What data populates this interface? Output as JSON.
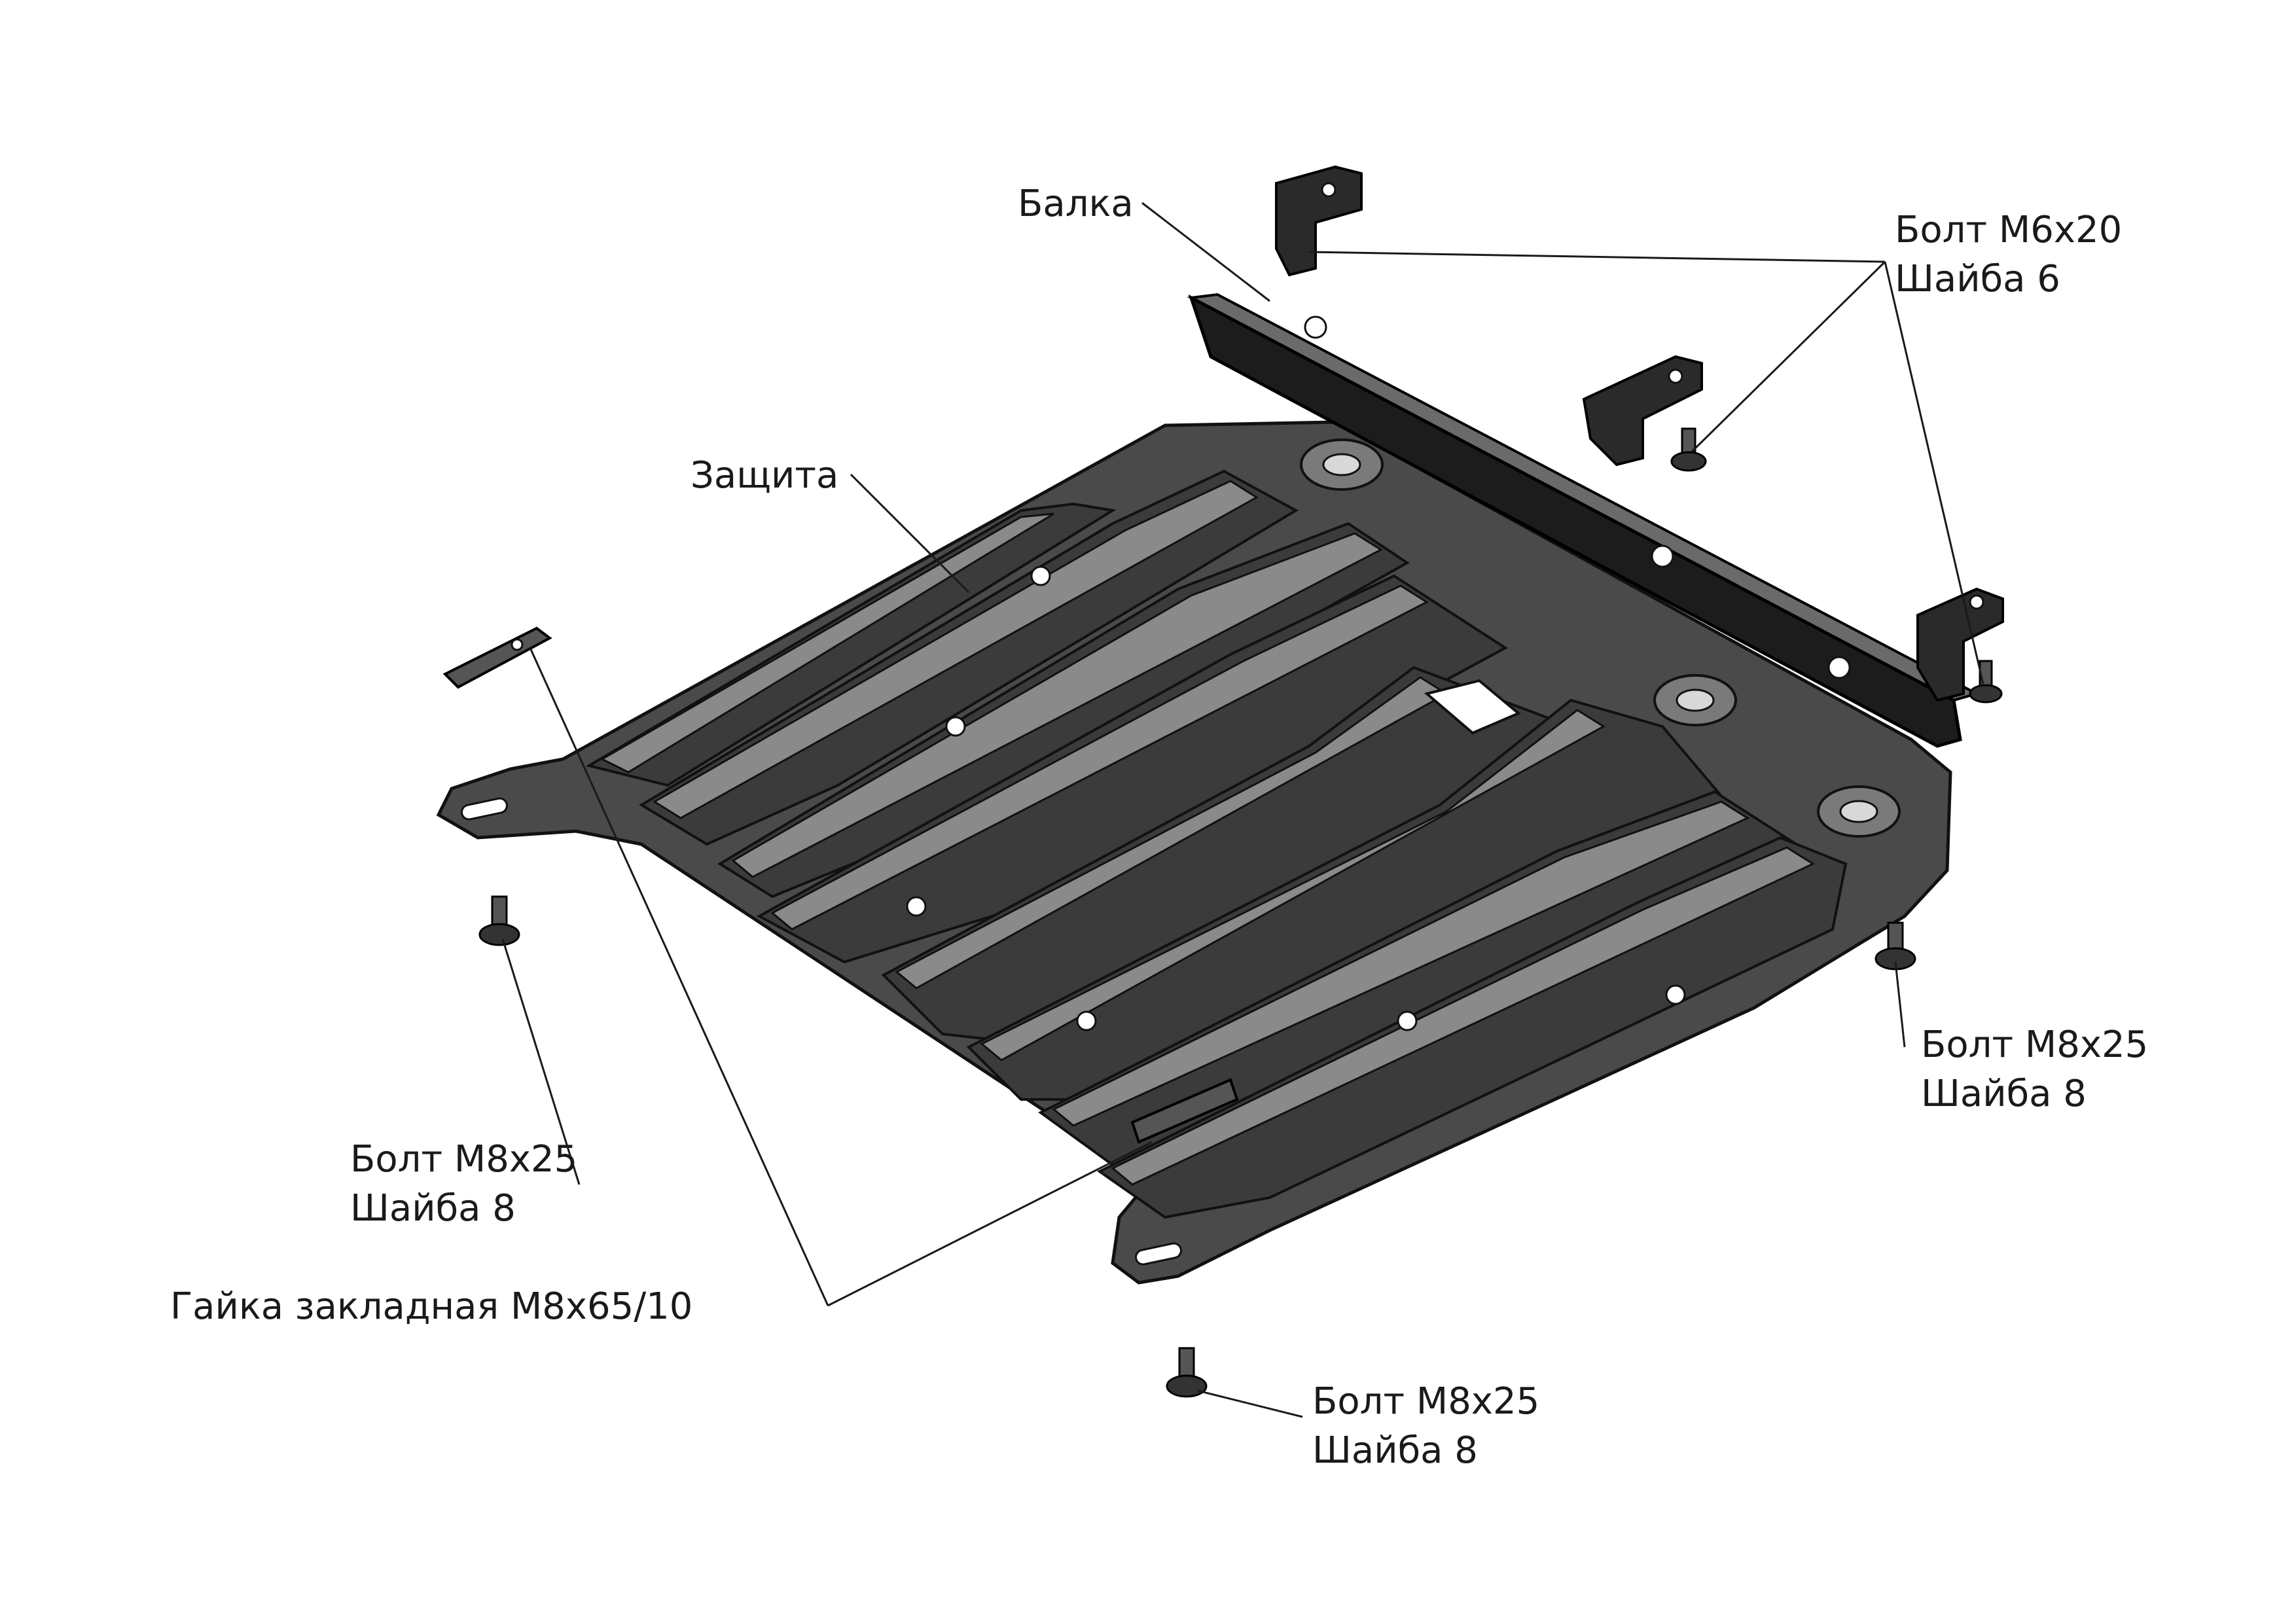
{
  "labels": {
    "beam": "Балка",
    "shield": "Защита",
    "bolt_m6": {
      "line1": "Болт М6х20",
      "line2": "Шайба 6"
    },
    "bolt_right": {
      "line1": "Болт М8х25",
      "line2": "Шайба 8"
    },
    "bolt_left": {
      "line1": "Болт М8х25",
      "line2": "Шайба 8"
    },
    "insert_nut": "Гайка закладная М8х65/10",
    "bolt_bottom": {
      "line1": "Болт М8х25",
      "line2": "Шайба 8"
    }
  },
  "colors": {
    "background": "#ffffff",
    "ink": "#1a1a1a",
    "plate": "#4a4a4a",
    "beam": "#1c1c1c"
  }
}
